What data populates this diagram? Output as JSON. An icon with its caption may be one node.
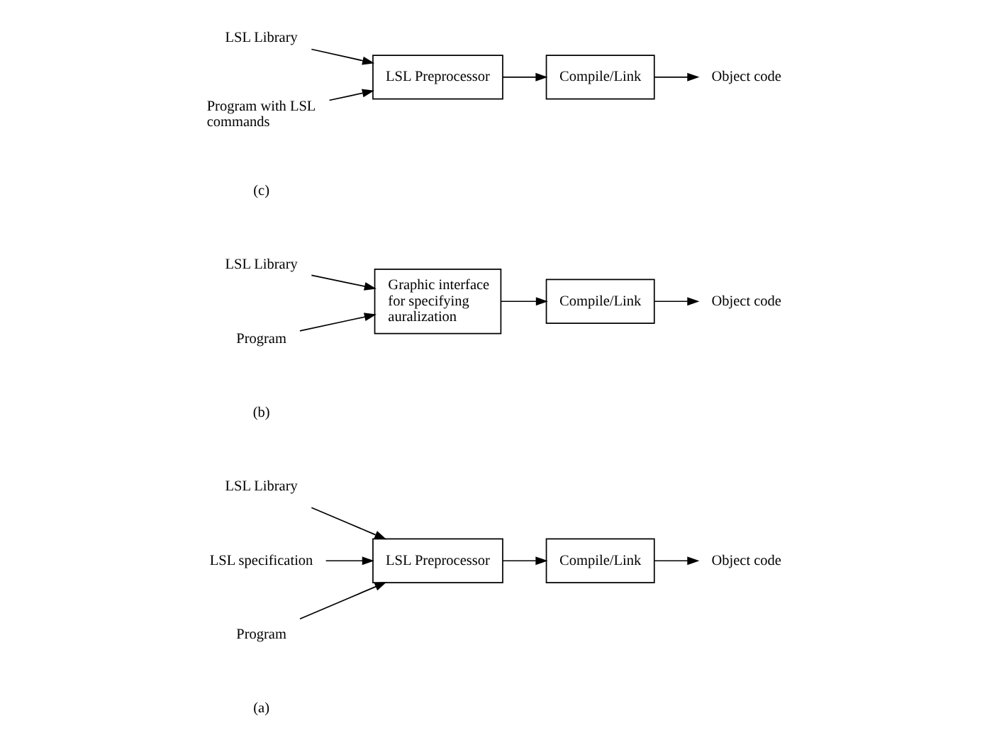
{
  "diagram": {
    "nodes": [
      {
        "text": [
          "LSL Library"
        ]
      },
      {
        "text": [
          "LSL specification"
        ]
      },
      {
        "text": [
          "Program"
        ]
      },
      {
        "text": [
          "LSL Preprocessor"
        ]
      },
      {
        "text": [
          "Compile/Link"
        ]
      },
      {
        "text": [
          "Object code"
        ]
      },
      {
        "text": [
          "LSL Library"
        ]
      },
      {
        "text": [
          "Program"
        ]
      },
      {
        "text": [
          "Graphic interface for specifying auralization"
        ]
      },
      {
        "text": [
          "Compile/Link"
        ]
      },
      {
        "text": [
          "Object code"
        ]
      },
      {
        "text": [
          "LSL Library"
        ]
      },
      {
        "text": [
          "Program with LSL commands"
        ]
      },
      {
        "text": [
          "LSL Preprocessor"
        ]
      },
      {
        "text": [
          "Compile/Link"
        ]
      },
      {
        "text": [
          "Object code"
        ]
      }
    ],
    "edges": [
      {
        "from": 0,
        "to": 3,
        "arrow": "to"
      },
      {
        "from": 1,
        "to": 3,
        "arrow": "to"
      },
      {
        "from": 2,
        "to": 3,
        "arrow": "to"
      },
      {
        "from": 3,
        "to": 4,
        "arrow": "to"
      },
      {
        "from": 4,
        "to": 5,
        "arrow": "to"
      },
      {
        "from": 6,
        "to": 8,
        "arrow": "to"
      },
      {
        "from": 7,
        "to": 8,
        "arrow": "to"
      },
      {
        "from": 8,
        "to": 9,
        "arrow": "to"
      },
      {
        "from": 9,
        "to": 10,
        "arrow": "to"
      },
      {
        "from": 11,
        "to": 13,
        "arrow": "to"
      },
      {
        "from": 12,
        "to": 13,
        "arrow": "to"
      },
      {
        "from": 13,
        "to": 14,
        "arrow": "to"
      },
      {
        "from": 14,
        "to": 15,
        "arrow": "to"
      }
    ],
    "labels": [
      "(a)",
      "(b)",
      "(c)"
    ]
  }
}
